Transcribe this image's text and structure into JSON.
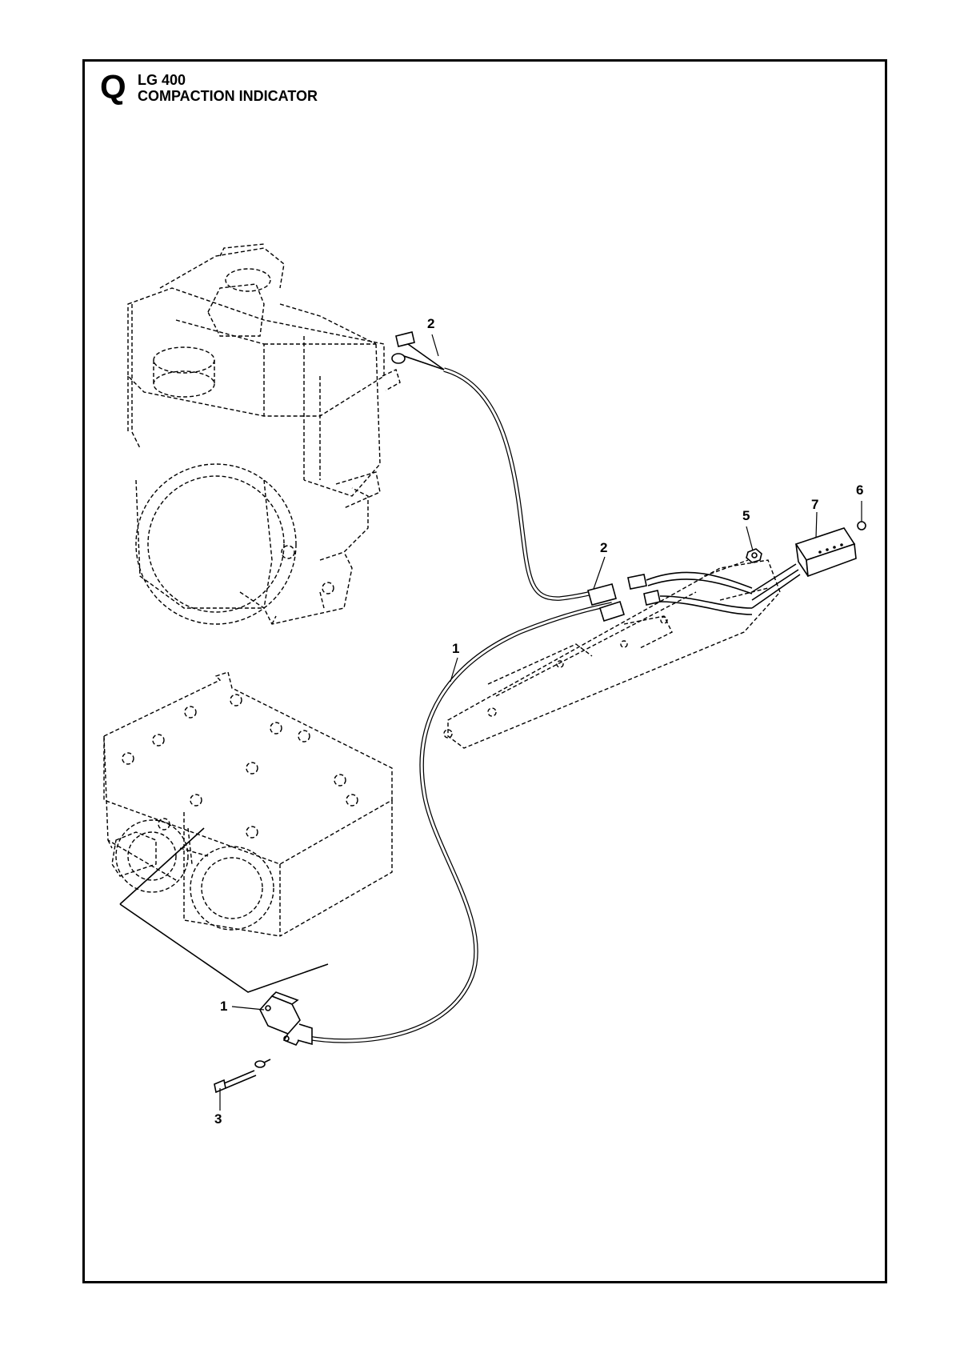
{
  "page": {
    "section_letter": "Q",
    "model": "LG 400",
    "title": "COMPACTION INDICATOR"
  },
  "callouts": [
    {
      "id": "c1-upper",
      "label": "1"
    },
    {
      "id": "c1-lower",
      "label": "1"
    },
    {
      "id": "c2-upper",
      "label": "2"
    },
    {
      "id": "c2-lower",
      "label": "2"
    },
    {
      "id": "c3",
      "label": "3"
    },
    {
      "id": "c5",
      "label": "5"
    },
    {
      "id": "c6",
      "label": "6"
    },
    {
      "id": "c7",
      "label": "7"
    }
  ]
}
